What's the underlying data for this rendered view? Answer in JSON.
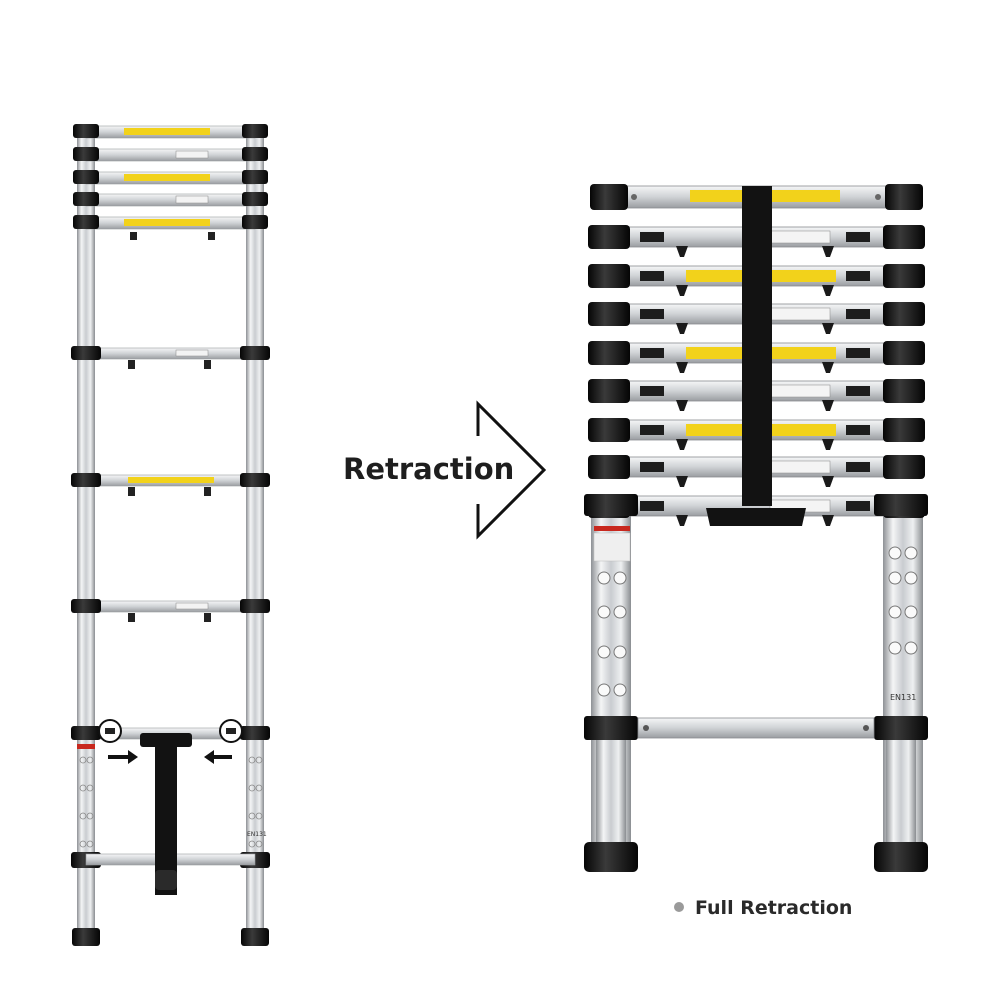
{
  "labels": {
    "arrow_label": "Retraction",
    "caption": "Full Retraction",
    "standard_mark_left": "EN131",
    "standard_mark_right": "EN131"
  },
  "colors": {
    "background": "#ffffff",
    "aluminium": "#d7d9dc",
    "rubber": "#1a1a1a",
    "warning_yellow": "#f2d21b",
    "warning_red": "#c8281e",
    "strap": "#121212"
  },
  "icons": {
    "arrow": "right-arrow-outline",
    "bullet": "grey-dot"
  }
}
